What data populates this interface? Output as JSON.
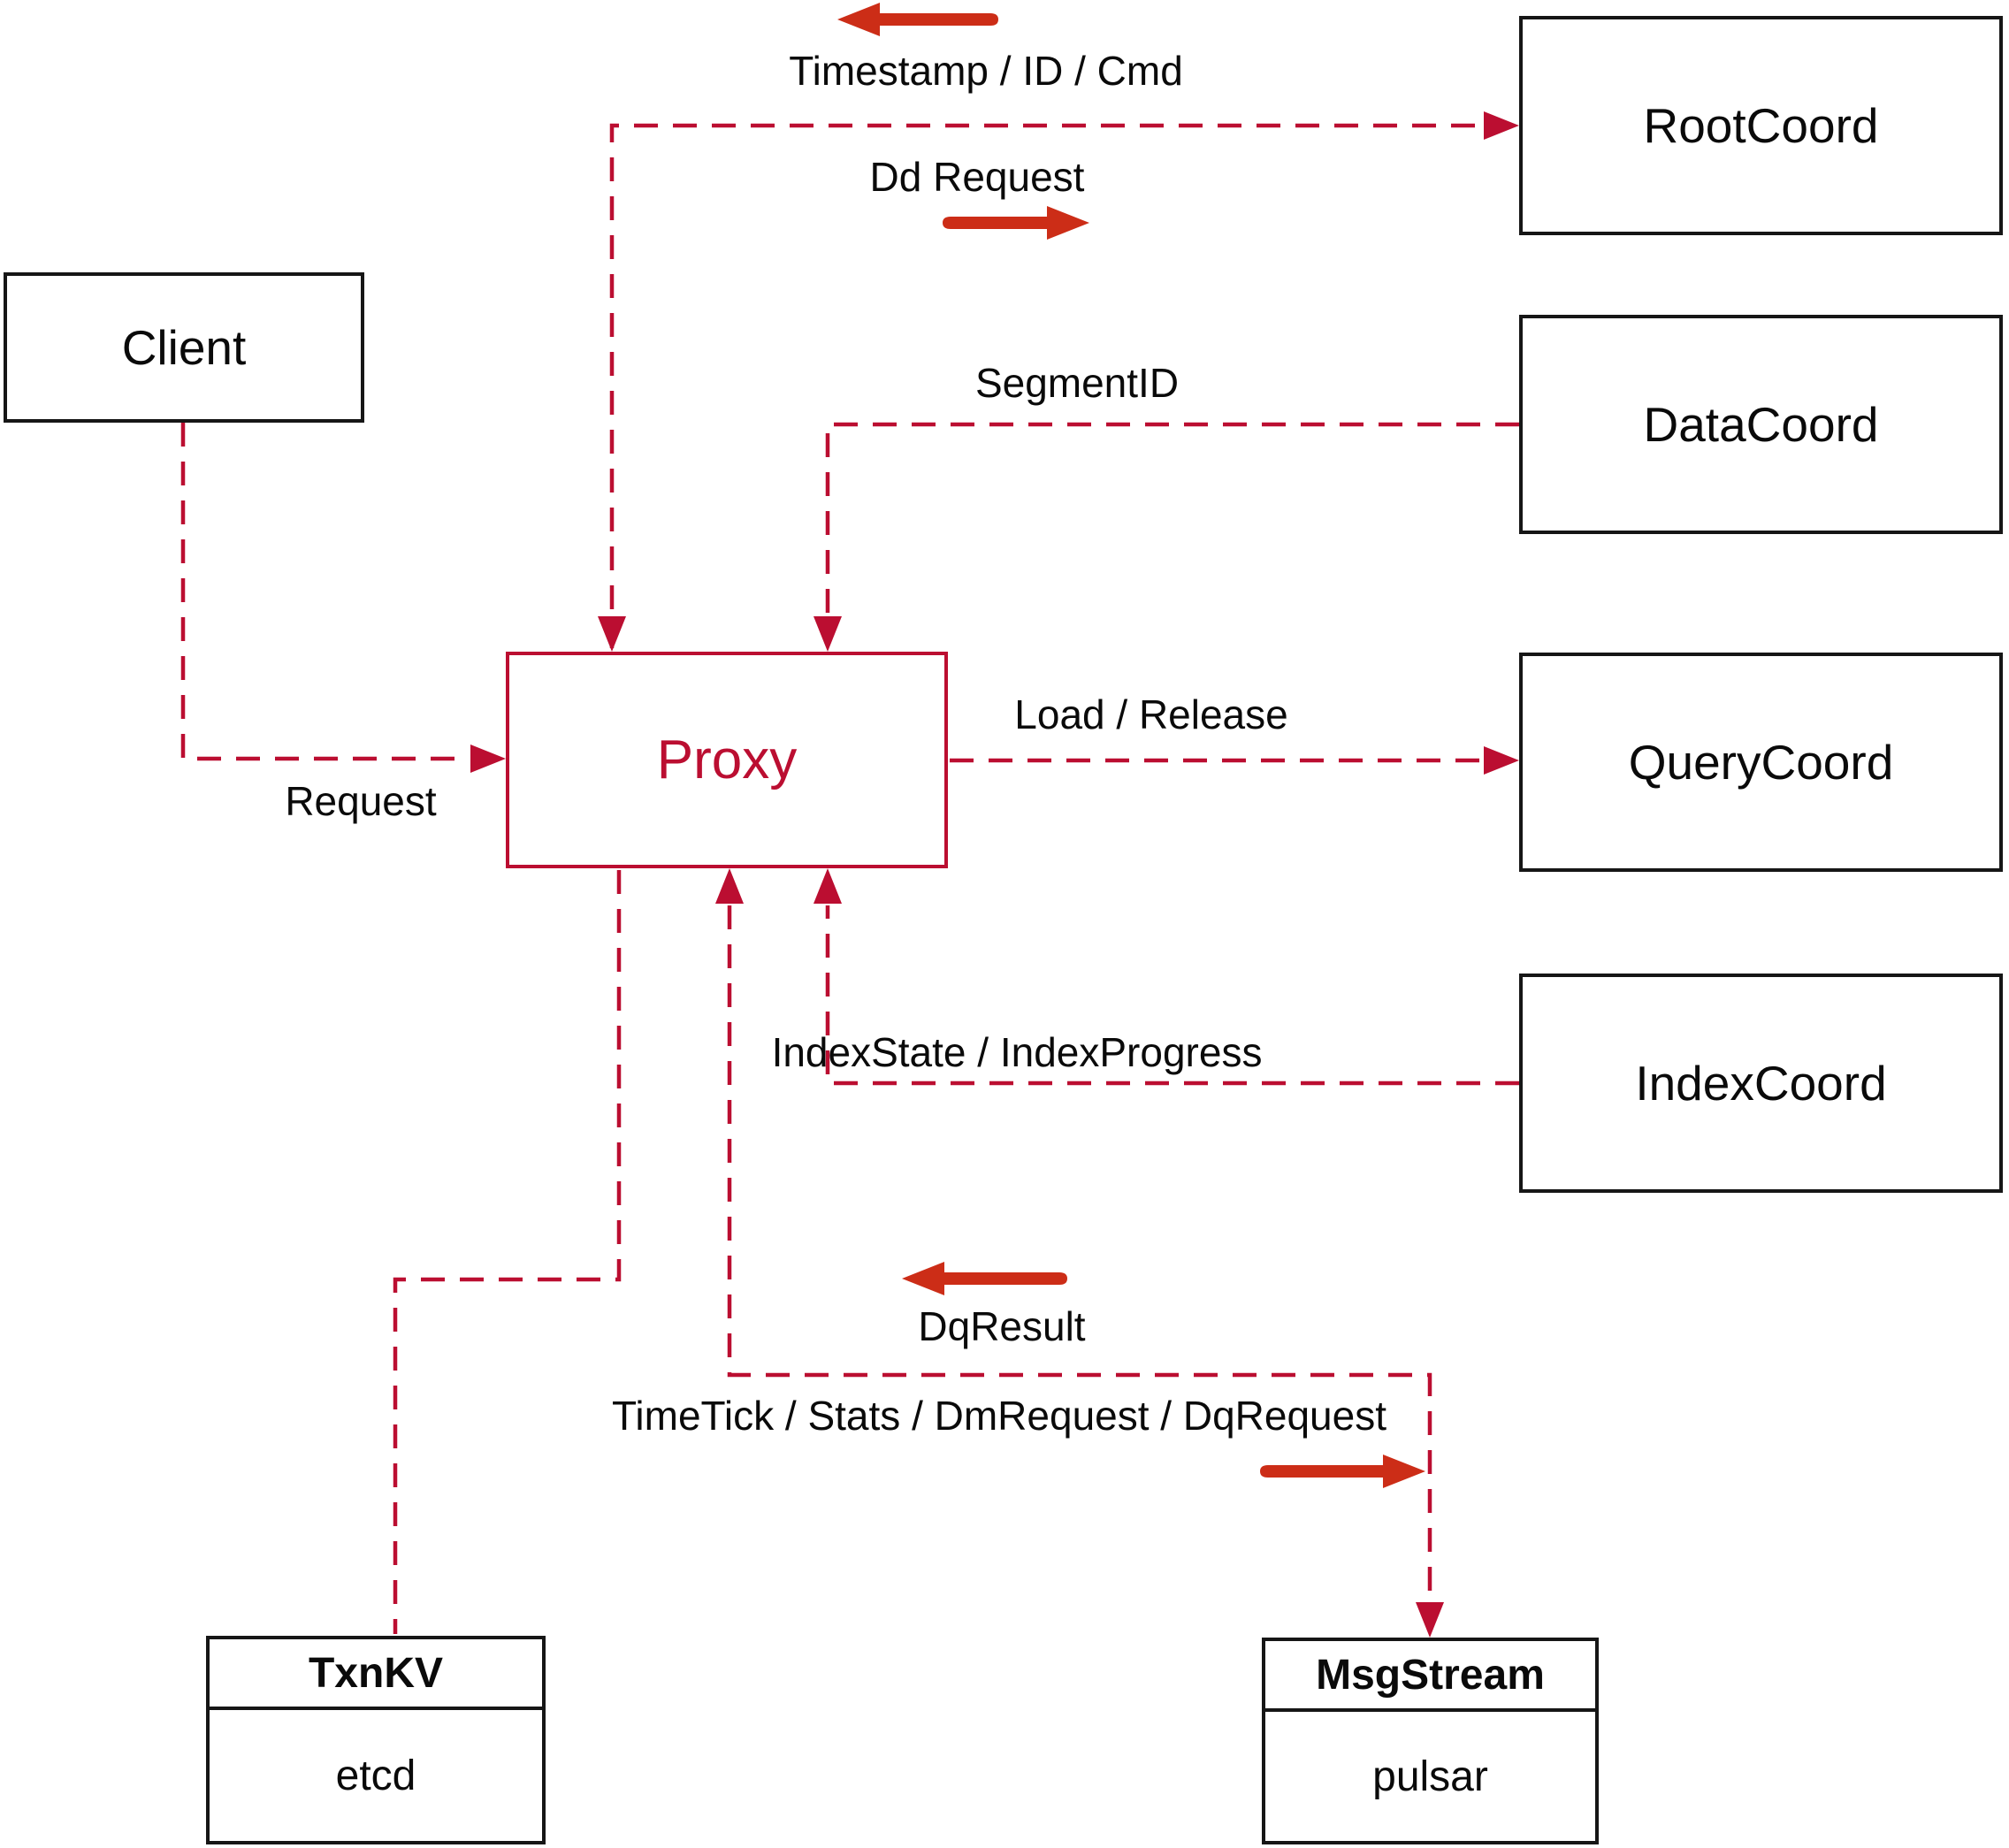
{
  "colors": {
    "dashed_line_red": "#bb0e31",
    "solid_arrow_red": "#cc2d17",
    "box_border_black": "#161616",
    "text_black": "#0a0a0a",
    "background": "#ffffff"
  },
  "nodes": {
    "client": {
      "label": "Client"
    },
    "root_coord": {
      "label": "RootCoord"
    },
    "data_coord": {
      "label": "DataCoord"
    },
    "query_coord": {
      "label": "QueryCoord"
    },
    "index_coord": {
      "label": "IndexCoord"
    },
    "proxy": {
      "label": "Proxy"
    },
    "txn_kv": {
      "title": "TxnKV",
      "subtitle": "etcd"
    },
    "msg_stream": {
      "title": "MsgStream",
      "subtitle": "pulsar"
    }
  },
  "edge_labels": {
    "timestamp_id_cmd": "Timestamp / ID / Cmd",
    "dd_request": "Dd Request",
    "segment_id": "SegmentID",
    "load_release": "Load / Release",
    "index_state_progress": "IndexState / IndexProgress",
    "request": "Request",
    "dq_result": "DqResult",
    "timetick_stats": "TimeTick / Stats / DmRequest / DqRequest"
  }
}
